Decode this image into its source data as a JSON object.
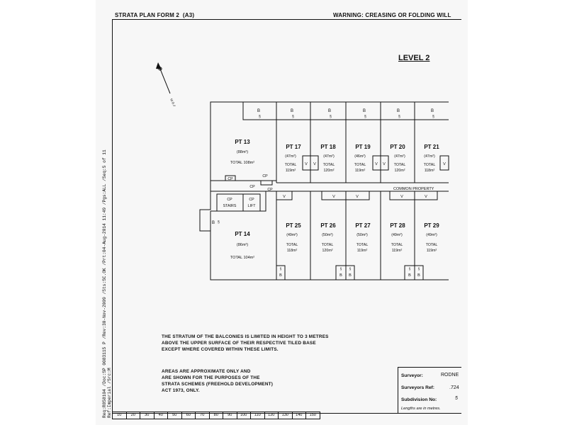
{
  "header": {
    "form_title": "STRATA PLAN FORM 2",
    "size": "(A3)",
    "warning": "WARNING: CREASING OR FOLDING WILL"
  },
  "side_text": {
    "line1": "Req:R858104 /Doc:SP 0083115 P /Rev:30-Nov-2009 /Sts:SC.OK /Prt:04-Aug-2014 11:49 /Pgs:ALL /Seq:5 of 11",
    "line2": "Ref:Imperial /Src:M"
  },
  "north_label": "M.G.A.",
  "level": "LEVEL 2",
  "plan": {
    "balcony": "B",
    "void": "V",
    "cp": "CP",
    "common_property": "COMMON   PROPERTY",
    "stairs": "STAIRS",
    "lift": "LIFT",
    "lots_top": [
      {
        "name": "PT 17",
        "area": "(47m²)",
        "total": "TOTAL",
        "total_area": "119m²"
      },
      {
        "name": "PT 18",
        "area": "(47m²)",
        "total": "TOTAL",
        "total_area": "120m²"
      },
      {
        "name": "PT 19",
        "area": "(46m²)",
        "total": "TOTAL",
        "total_area": "119m²"
      },
      {
        "name": "PT 20",
        "area": "(47m²)",
        "total": "TOTAL",
        "total_area": "120m²"
      },
      {
        "name": "PT 21",
        "area": "(47m²)",
        "total": "TOTAL",
        "total_area": "118m²"
      }
    ],
    "lots_bottom": [
      {
        "name": "PT 25",
        "area": "(49m²)",
        "total": "TOTAL",
        "total_area": "118m²"
      },
      {
        "name": "PT 26",
        "area": "(50m²)",
        "total": "TOTAL",
        "total_area": "120m²"
      },
      {
        "name": "PT 27",
        "area": "(50m²)",
        "total": "TOTAL",
        "total_area": "119m²"
      },
      {
        "name": "PT 28",
        "area": "(49m²)",
        "total": "TOTAL",
        "total_area": "119m²"
      },
      {
        "name": "PT 29",
        "area": "(49m²)",
        "total": "TOTAL",
        "total_area": "119m²"
      }
    ],
    "pt13": {
      "name": "PT 13",
      "area": "(88m²)",
      "total": "TOTAL 108m²"
    },
    "pt14": {
      "name": "PT 14",
      "area": "(86m²)",
      "total": "TOTAL 104m²"
    }
  },
  "notes": {
    "stratum": [
      "THE STRATUM OF THE BALCONIES IS LIMITED IN HEIGHT TO 3 METRES",
      "ABOVE THE UPPER SURFACE OF THEIR RESPECTIVE TILED BASE",
      "EXCEPT WHERE COVERED WITHIN THESE LIMITS."
    ],
    "areas": [
      "AREAS ARE APPROXIMATE ONLY AND",
      "ARE SHOWN FOR THE PURPOSES OF THE",
      "STRATA SCHEMES (FREEHOLD DEVELOPMENT)",
      "ACT 1973, ONLY."
    ]
  },
  "title_block": {
    "surveyor_label": "Surveyor:",
    "surveyor_value": "RODNE",
    "ref_label": "Surveyors Ref:",
    "ref_value": ".724",
    "subdivision_label": "Subdivision No:",
    "subdivision_value": "5",
    "lengths": "Lengths are in metres."
  },
  "scale_ticks": [
    "10",
    "20",
    "30",
    "40",
    "50",
    "60",
    "70",
    "80",
    "90",
    "100",
    "110",
    "120",
    "130",
    "140",
    "150"
  ]
}
